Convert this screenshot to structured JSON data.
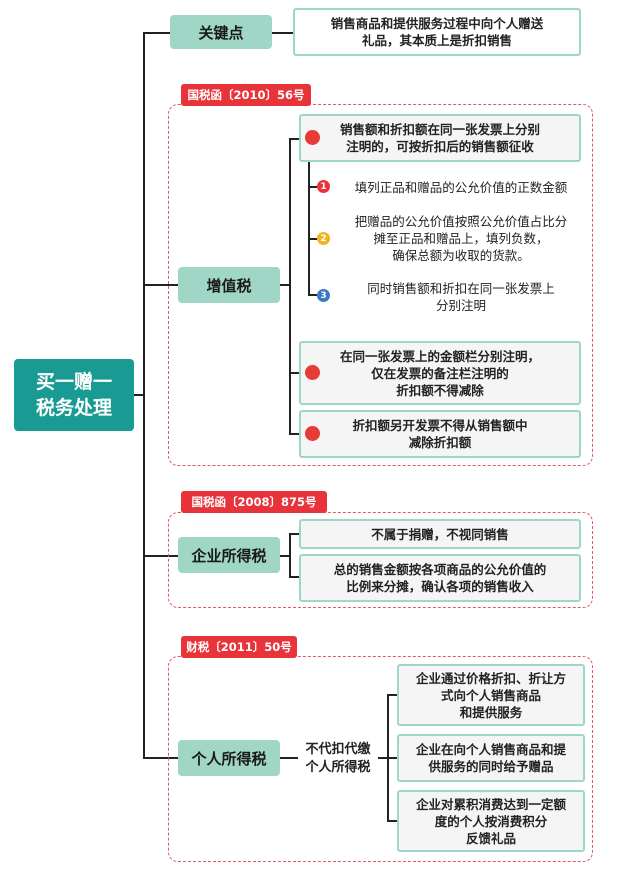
{
  "root": {
    "line1": "买一赠一",
    "line2": "税务处理"
  },
  "key_point": {
    "label": "关键点",
    "text_line1": "销售商品和提供服务过程中向个人赠送",
    "text_line2": "礼品，其本质上是折扣销售"
  },
  "vat": {
    "tag": "国税函〔2010〕56号",
    "label": "增值税",
    "item1": {
      "line1": "销售额和折扣额在同一张发票上分别",
      "line2": "注明的，可按折扣后的销售额征收"
    },
    "sub": [
      {
        "num": "1",
        "color": "#e8333b",
        "lines": [
          "填列正品和赠品的公允价值的正数金额"
        ]
      },
      {
        "num": "2",
        "color": "#f0b323",
        "lines": [
          "把赠品的公允价值按照公允价值占比分",
          "摊至正品和赠品上，填列负数，",
          "确保总额为收取的货款。"
        ]
      },
      {
        "num": "3",
        "color": "#3a78c8",
        "lines": [
          "同时销售额和折扣在同一张发票上",
          "分别注明"
        ]
      }
    ],
    "item2": {
      "line1": "在同一张发票上的金额栏分别注明，",
      "line2": "仅在发票的备注栏注明的",
      "line3": "折扣额不得减除"
    },
    "item3": {
      "line1": "折扣额另开发票不得从销售额中",
      "line2": "减除折扣额"
    }
  },
  "cit": {
    "tag": "国税函〔2008〕875号",
    "label": "企业所得税",
    "item1": "不属于捐赠，不视同销售",
    "item2": {
      "line1": "总的销售金额按各项商品的公允价值的",
      "line2": "比例来分摊，确认各项的销售收入"
    }
  },
  "pit": {
    "tag": "财税〔2011〕50号",
    "label": "个人所得税",
    "mid": {
      "line1": "不代扣代缴",
      "line2": "个人所得税"
    },
    "item1": {
      "line1": "企业通过价格折扣、折让方",
      "line2": "式向个人销售商品",
      "line3": "和提供服务"
    },
    "item2": {
      "line1": "企业在向个人销售商品和提",
      "line2": "供服务的同时给予赠品"
    },
    "item3": {
      "line1": "企业对累积消费达到一定额",
      "line2": "度的个人按消费积分",
      "line3": "反馈礼品"
    }
  },
  "colors": {
    "teal": "#199a92",
    "mint": "#9fd6c6",
    "red": "#e8333b"
  }
}
